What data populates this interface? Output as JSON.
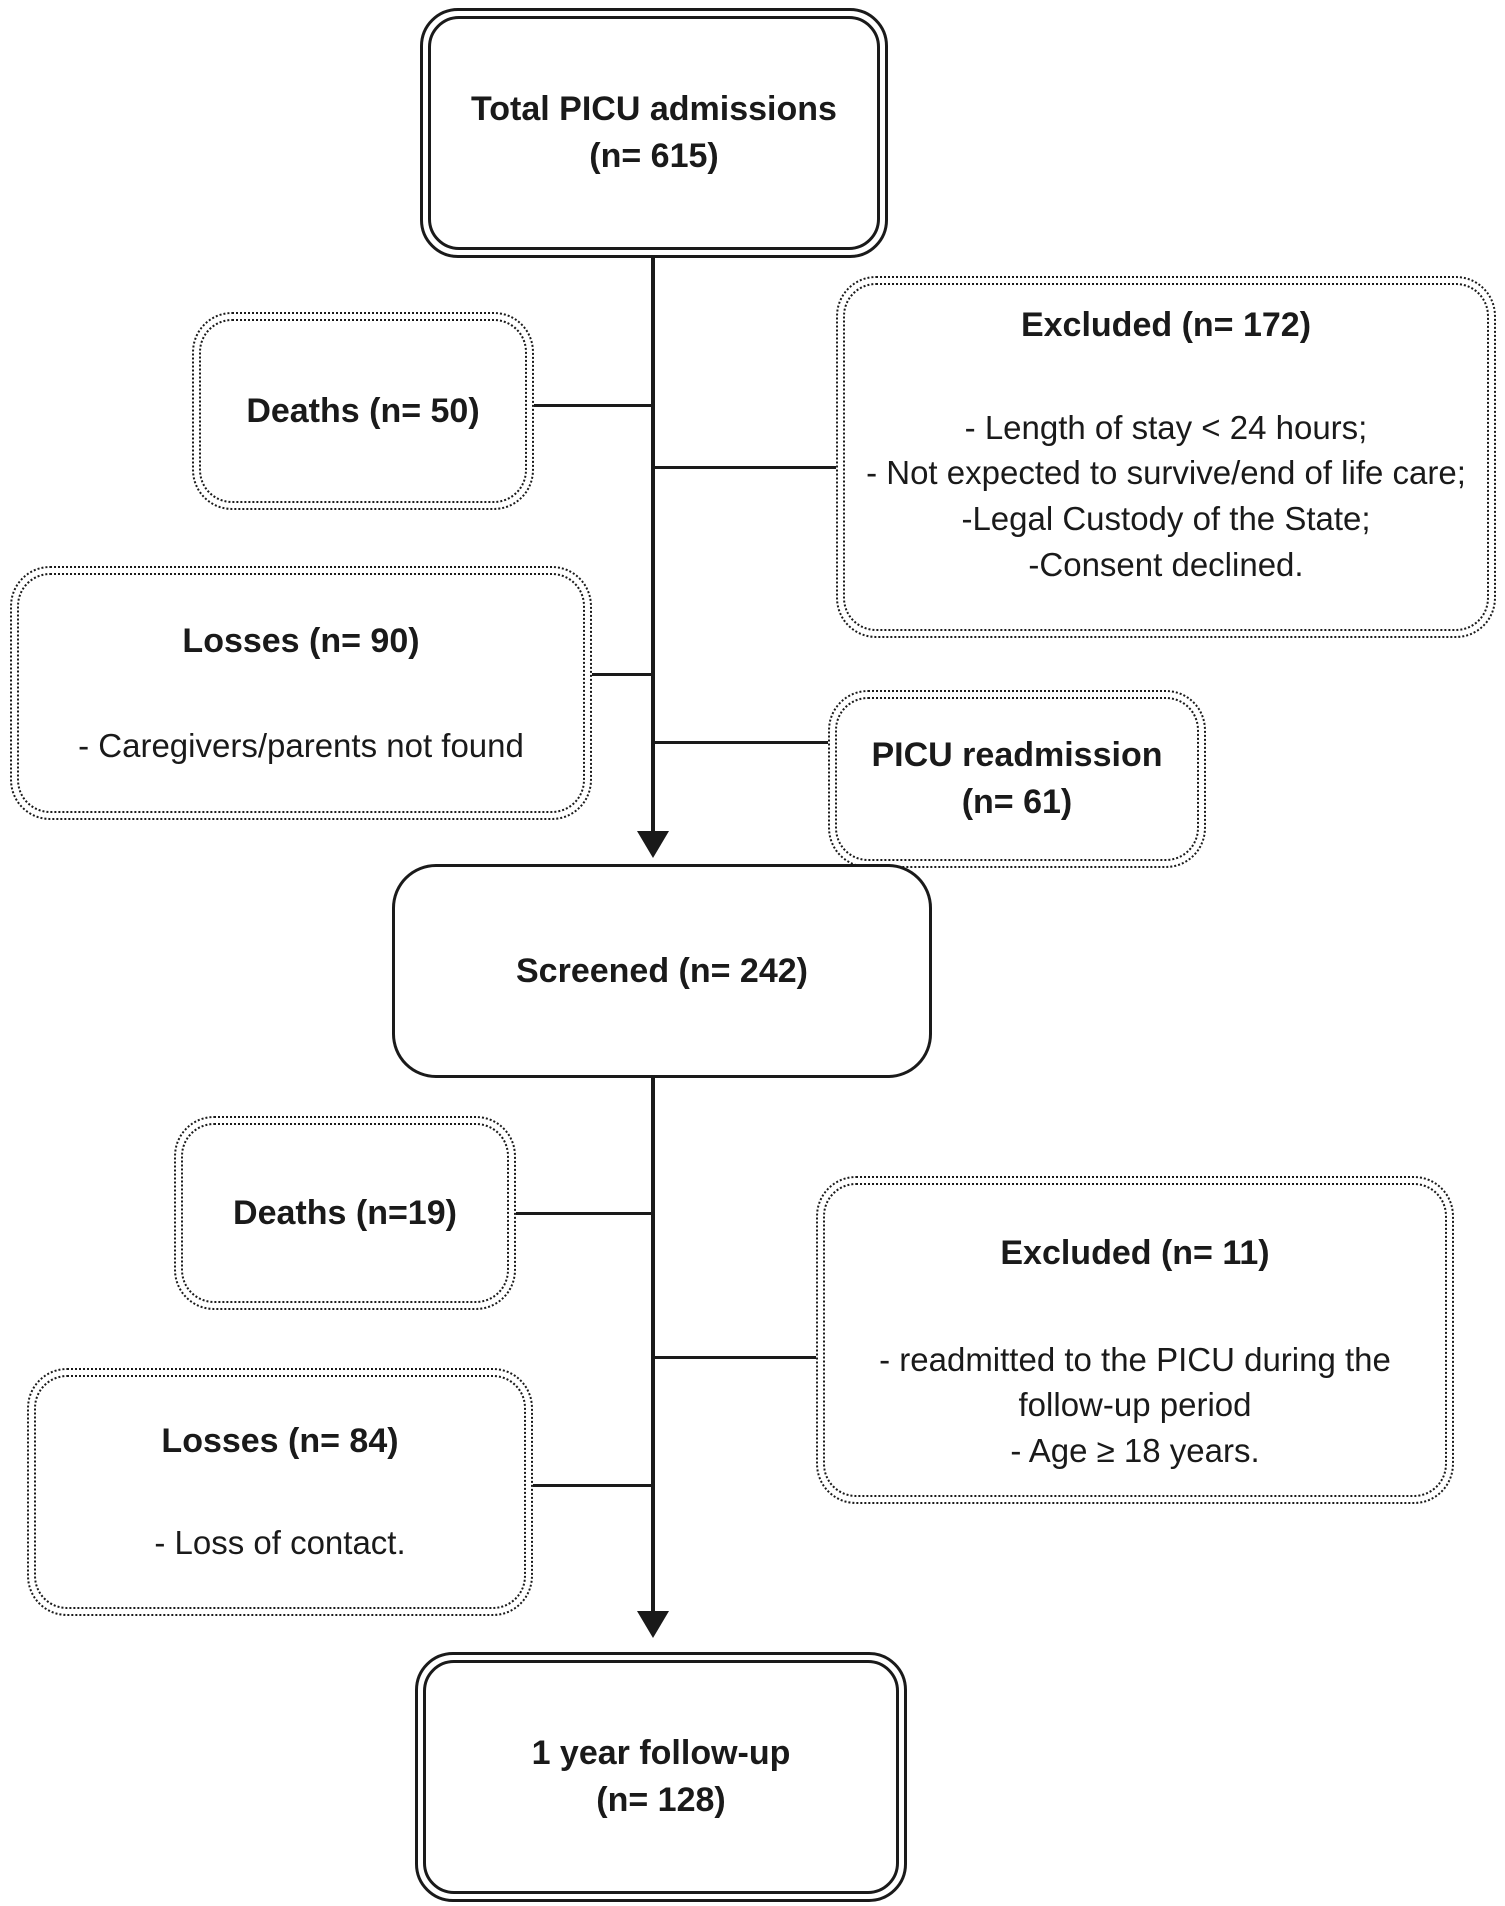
{
  "diagram": {
    "boxes": {
      "total": {
        "line1": "Total PICU admissions",
        "line2": "(n= 615)"
      },
      "deaths1": {
        "title": "Deaths (n= 50)"
      },
      "excluded1": {
        "title": "Excluded (n= 172)",
        "items": [
          "- Length of stay < 24 hours;",
          "- Not expected to survive/end of life care;",
          "-Legal Custody of the State;",
          "-Consent declined."
        ]
      },
      "losses1": {
        "title": "Losses (n= 90)",
        "items": [
          "- Caregivers/parents not found"
        ]
      },
      "picu_readmission": {
        "line1": "PICU readmission",
        "line2": "(n= 61)"
      },
      "screened": {
        "title": "Screened (n= 242)"
      },
      "deaths2": {
        "title": "Deaths (n=19)"
      },
      "excluded2": {
        "title": "Excluded (n= 11)",
        "items": [
          "- readmitted to the PICU during the follow-up period",
          "- Age ≥ 18 years."
        ]
      },
      "losses2": {
        "title": "Losses (n= 84)",
        "items": [
          "- Loss of contact."
        ]
      },
      "followup": {
        "line1": "1 year follow-up",
        "line2": "(n= 128)"
      }
    },
    "colors": {
      "line": "#1a1a1a",
      "background": "#ffffff",
      "text": "#1a1a1a"
    }
  }
}
